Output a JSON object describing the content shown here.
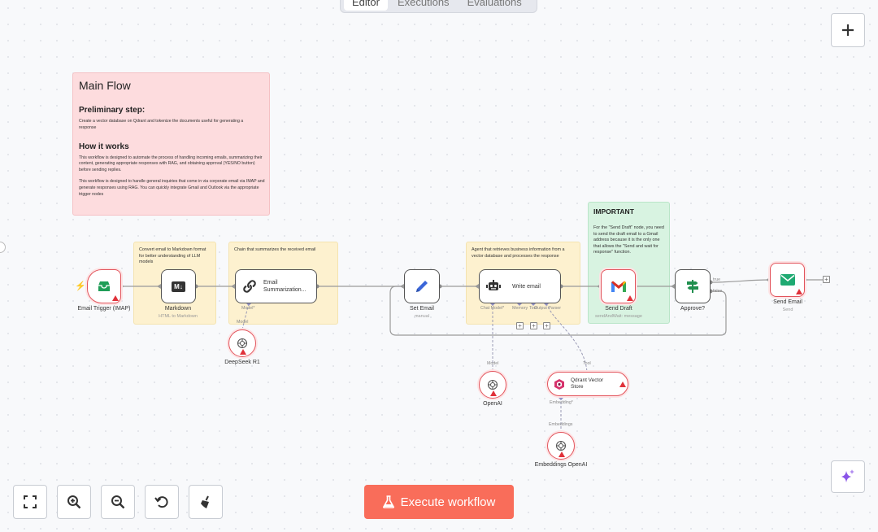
{
  "tabs": [
    {
      "label": "Editor",
      "active": true
    },
    {
      "label": "Executions",
      "active": false
    },
    {
      "label": "Evaluations",
      "active": false
    }
  ],
  "main_note": {
    "title": "Main Flow",
    "prelim_heading": "Preliminary step:",
    "prelim_text": "Create a vector database on Qdrant and tokenize the documents useful for generating a response",
    "how_heading": "How it works",
    "how_text_1": "This workflow is designed to automate the process of handling incoming emails, summarizing their content, generating appropriate responses with RAG, and obtaining approval (YES/NO button) before sending replies.",
    "how_text_2": "This workflow is designed to handle general inquiries that come in via corporate email via IMAP and generate responses using RAG. You can quickly integrate Gmail and Outlook via the appropriate trigger nodes"
  },
  "notes": {
    "markdown": "Convert email to Markdown format for better understanding of LLM models",
    "chain": "Chain that summarizes the received email",
    "agent": "Agent that retrieves business information from a vector database and processes the response",
    "important_title": "IMPORTANT",
    "important_text": "For the \"Send Draft\" node, you need to send the draft email to a Gmail address because it is the only one that allows the \"Send and wait for response\" function."
  },
  "nodes": {
    "email_trigger": {
      "label": "Email Trigger (IMAP)"
    },
    "markdown": {
      "label": "Markdown",
      "sub": "HTML to Markdown"
    },
    "summarization": {
      "label": "Email Summarization..."
    },
    "set_email": {
      "label": "Set Email",
      "sub": "manual"
    },
    "write_email": {
      "label": "Write email"
    },
    "send_draft": {
      "label": "Send Draft",
      "sub": "sendAndWait: message"
    },
    "approve": {
      "label": "Approve?"
    },
    "send_email": {
      "label": "Send Email",
      "sub": "Send"
    },
    "deepseek": {
      "label": "DeepSeek R1"
    },
    "openai": {
      "label": "OpenAI"
    },
    "qdrant": {
      "label": "Qdrant Vector Store"
    },
    "embeddings": {
      "label": "Embeddings OpenAI"
    }
  },
  "ports": {
    "summ_model": "Model*",
    "deepseek_model": "Model",
    "chat_model": "Chat Model*",
    "memory": "Memory",
    "tool": "Tool",
    "output_parser": "Output Parser",
    "openai_model": "Model",
    "qdrant_tool": "Tool",
    "qdrant_embedding": "Embedding*",
    "embeddings_out": "Embeddings",
    "approve_true": "true",
    "approve_false": "false"
  },
  "icons": {
    "trigger": "lightning-icon",
    "imap": "inbox-icon",
    "markdown": "markdown-icon",
    "chain": "chain-link-icon",
    "pen": "pen-icon",
    "robot": "robot-icon",
    "gmail": "gmail-icon",
    "signpost": "signpost-icon",
    "mail": "mail-icon",
    "openai": "openai-icon",
    "qdrant": "qdrant-icon",
    "sparkle": "sparkle-icon"
  },
  "execute_button": {
    "label": "Execute workflow"
  },
  "colors": {
    "accent": "#f96d5a",
    "error": "#e2555d",
    "pink_note": "#fddcde",
    "yellow_note": "#fdf1cf",
    "green_note": "#d8f3e1"
  }
}
